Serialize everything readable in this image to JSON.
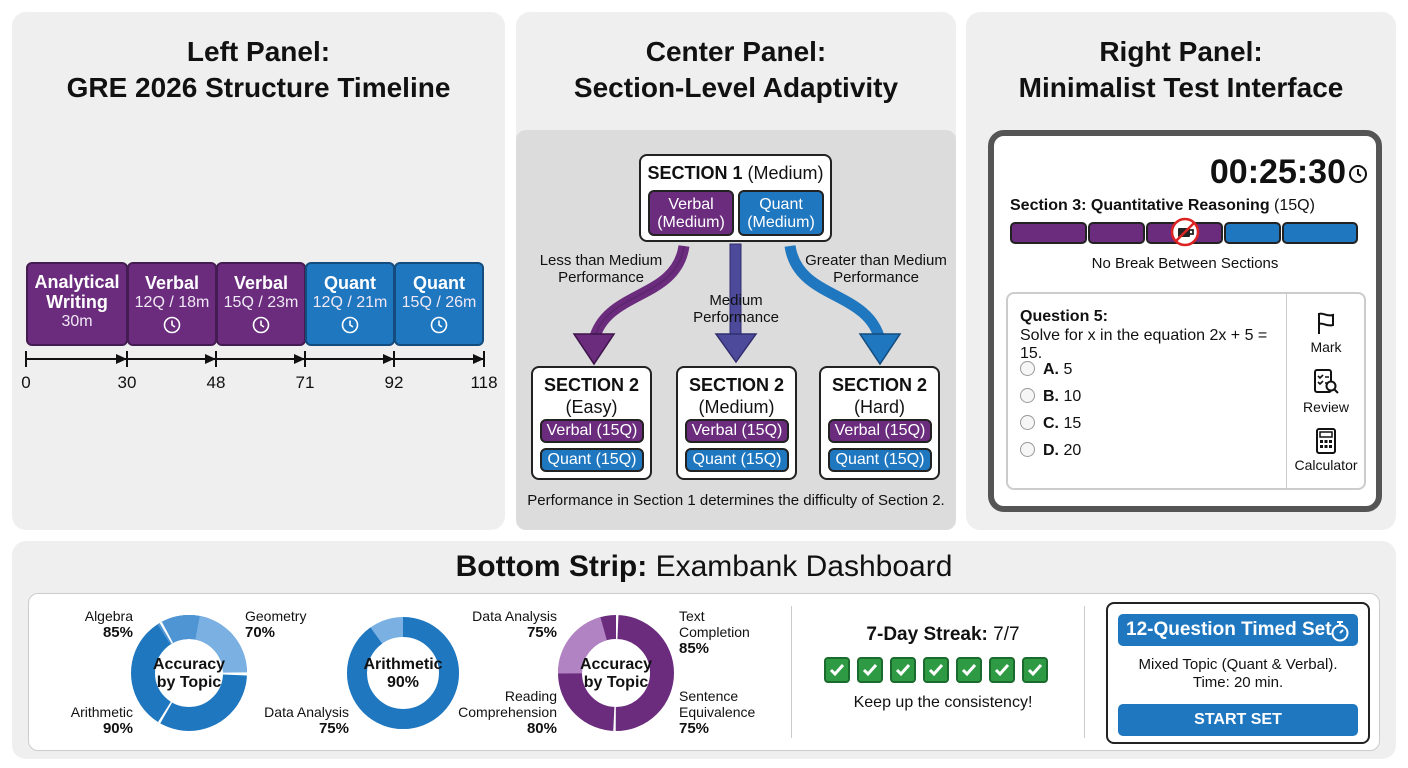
{
  "left_panel": {
    "title_line1": "Left Panel:",
    "title_line2": "GRE 2026 Structure Timeline",
    "blocks": [
      {
        "name_line1": "Analytical",
        "name_line2": "Writing",
        "detail": "30m",
        "color": "#6b2c7e"
      },
      {
        "name_line1": "Verbal",
        "detail": "12Q / 18m",
        "icon": "clock-icon",
        "color": "#6b2c7e"
      },
      {
        "name_line1": "Verbal",
        "detail": "15Q / 23m",
        "icon": "clock-icon",
        "color": "#6b2c7e"
      },
      {
        "name_line1": "Quant",
        "detail": "12Q / 21m",
        "icon": "clock-icon",
        "color": "#1f77c0"
      },
      {
        "name_line1": "Quant",
        "detail": "15Q / 26m",
        "icon": "clock-icon",
        "color": "#1f77c0"
      }
    ],
    "ticks": [
      "0",
      "30",
      "48",
      "71",
      "92",
      "118"
    ]
  },
  "center_panel": {
    "title_line1": "Center Panel:",
    "title_line2": "Section-Level Adaptivity",
    "section1": {
      "title_bold": "SECTION 1",
      "title_rest": " (Medium)",
      "verbal": "Verbal\n(Medium)",
      "quant": "Quant\n(Medium)"
    },
    "paths": {
      "left": "Less than Medium\nPerformance",
      "middle": "Medium\nPerformance",
      "right": "Greater than Medium\nPerformance"
    },
    "section2": [
      {
        "title": "SECTION 2",
        "level": "(Easy)",
        "verbal": "Verbal (15Q)",
        "quant": "Quant (15Q)"
      },
      {
        "title": "SECTION 2",
        "level": "(Medium)",
        "verbal": "Verbal (15Q)",
        "quant": "Quant (15Q)"
      },
      {
        "title": "SECTION 2",
        "level": "(Hard)",
        "verbal": "Verbal (15Q)",
        "quant": "Quant (15Q)"
      }
    ],
    "caption": "Performance in Section 1 determines the difficulty of Section 2."
  },
  "right_panel": {
    "title_line1": "Right Panel:",
    "title_line2": "Minimalist Test Interface",
    "timer": "00:25:30",
    "section_label_bold": "Section 3: Quantitative Reasoning",
    "section_label_rest": " (15Q)",
    "progress_icon": "no-break-icon",
    "no_break_text": "No Break Between Sections",
    "question_title": "Question 5:",
    "question_text": "Solve for x in the equation 2x + 5 = 15.",
    "options": [
      {
        "letter": "A.",
        "value": "5"
      },
      {
        "letter": "B.",
        "value": "10"
      },
      {
        "letter": "C.",
        "value": "15"
      },
      {
        "letter": "D.",
        "value": "20"
      }
    ],
    "tools": {
      "mark": "Mark",
      "review": "Review",
      "calculator": "Calculator"
    }
  },
  "bottom_strip": {
    "title_bold": "Bottom Strip:",
    "title_rest": " Exambank Dashboard",
    "donut1": {
      "center": "Accuracy\nby Topic",
      "labels": [
        {
          "name": "Algebra",
          "value": "85%"
        },
        {
          "name": "Geometry",
          "value": "70%"
        },
        {
          "name": "Arithmetic",
          "value": "90%"
        }
      ]
    },
    "donut2": {
      "center_name": "Arithmetic",
      "center_value": "90%",
      "label_name": "Data Analysis",
      "label_value": "75%",
      "fraction": 0.9
    },
    "donut3": {
      "center": "Accuracy\nby Topic",
      "labels": [
        {
          "name": "Data Analysis",
          "value": "75%"
        },
        {
          "name": "Text\nCompletion",
          "value": "85%"
        },
        {
          "name": "Reading\nComprehension",
          "value": "80%"
        },
        {
          "name": "Sentence\nEquivalence",
          "value": "75%"
        }
      ]
    },
    "streak": {
      "label_bold": "7-Day Streak:",
      "label_rest": " 7/7",
      "days_completed": 7,
      "message": "Keep up the consistency!"
    },
    "timed_set": {
      "title": "12-Question Timed Set",
      "description_line1": "Mixed Topic (Quant & Verbal).",
      "description_line2": "Time: 20 min.",
      "button": "START SET"
    }
  }
}
